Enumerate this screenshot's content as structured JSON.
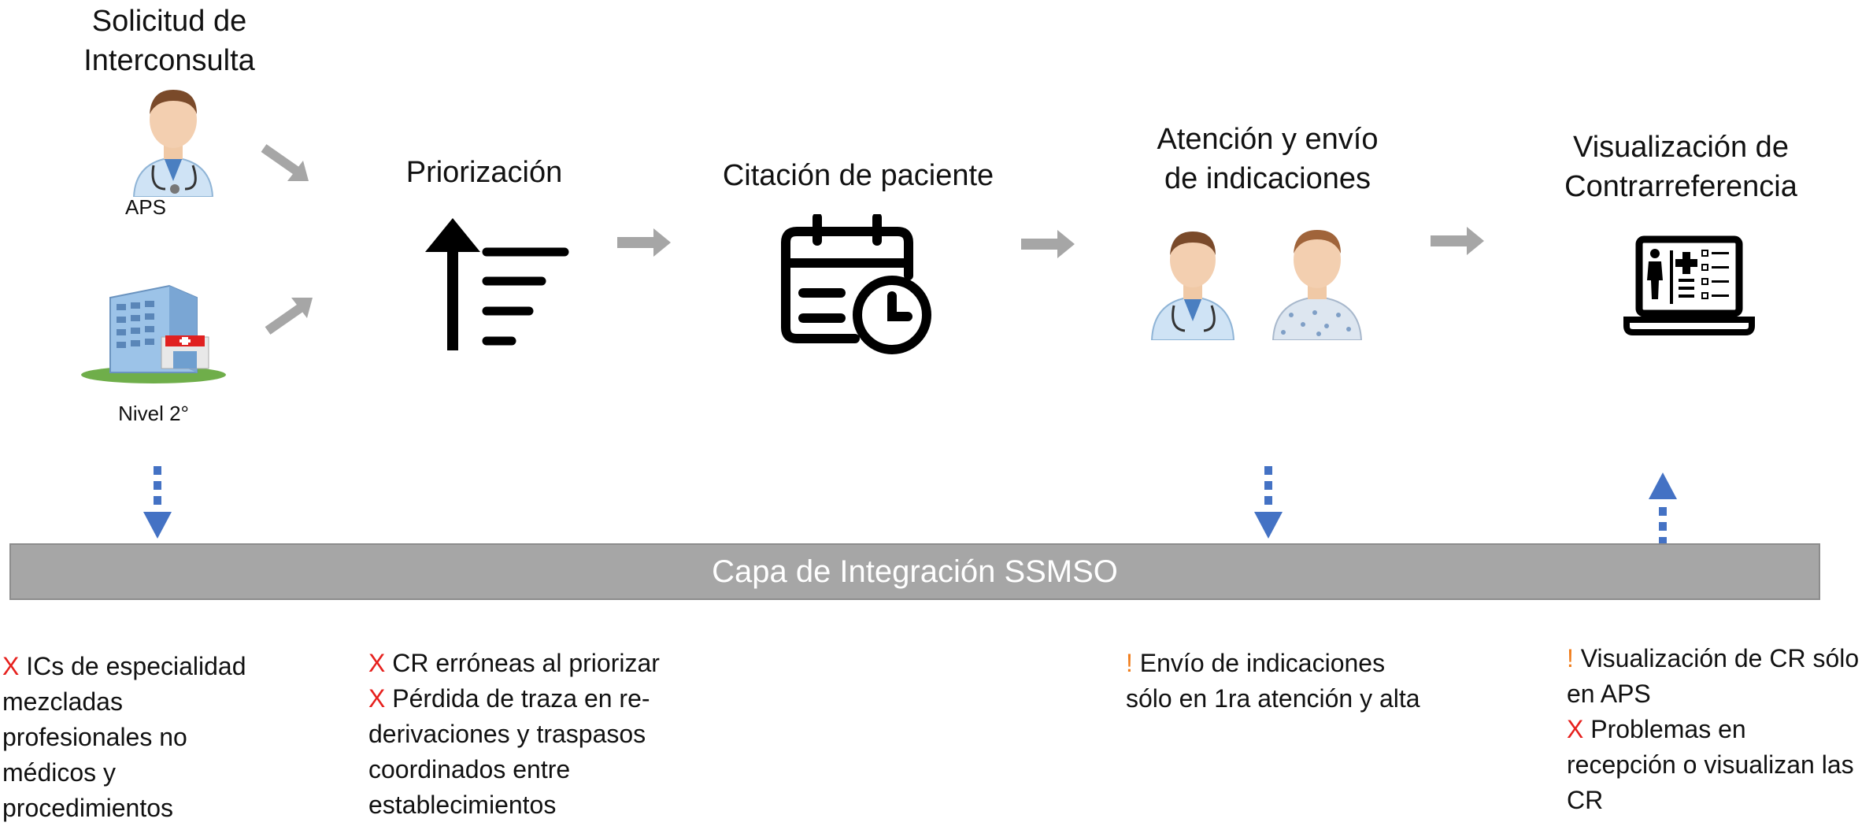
{
  "stages": {
    "request": {
      "title_line1": "Solicitud de",
      "title_line2": "Interconsulta",
      "aps_label": "APS",
      "level2_label": "Nivel 2°"
    },
    "priority": {
      "title": "Priorización"
    },
    "appointment": {
      "title": "Citación de paciente"
    },
    "attention": {
      "title_line1": "Atención y envío",
      "title_line2": "de indicaciones"
    },
    "visualization": {
      "title_line1": "Visualización de",
      "title_line2": "Contrarreferencia"
    }
  },
  "integration_bar": {
    "label": "Capa de Integración SSMSO"
  },
  "notes": {
    "col1": [
      {
        "mark": "X",
        "text": " ICs de especialidad"
      },
      {
        "mark": "",
        "text": "mezcladas"
      },
      {
        "mark": "",
        "text": "profesionales no"
      },
      {
        "mark": "",
        "text": "médicos y"
      },
      {
        "mark": "",
        "text": "procedimientos"
      }
    ],
    "col2": [
      {
        "mark": "X",
        "text": " CR erróneas al priorizar"
      },
      {
        "mark": "X",
        "text": " Pérdida de traza en re-"
      },
      {
        "mark": "",
        "text": "derivaciones y traspasos"
      },
      {
        "mark": "",
        "text": "coordinados entre"
      },
      {
        "mark": "",
        "text": "establecimientos"
      }
    ],
    "col3": [
      {
        "mark": "!",
        "text": " Envío de indicaciones"
      },
      {
        "mark": "",
        "text": "sólo en 1ra atención y alta"
      }
    ],
    "col4": [
      {
        "mark": "!",
        "text": " Visualización de CR sólo"
      },
      {
        "mark": "",
        "text": "en APS"
      },
      {
        "mark": "X",
        "text": " Problemas en"
      },
      {
        "mark": "",
        "text": "recepción o visualizan las"
      },
      {
        "mark": "",
        "text": "CR"
      }
    ]
  },
  "colors": {
    "flow_arrow": "#a6a6a6",
    "integration_arrow": "#4472c4",
    "bar": "#a6a6a6",
    "error_mark": "#e6201d",
    "warning_mark": "#f07c1a"
  },
  "icons": [
    "doctor-icon",
    "hospital-icon",
    "sort-priority-icon",
    "calendar-clock-icon",
    "doctor-patient-icon",
    "laptop-medical-record-icon"
  ]
}
